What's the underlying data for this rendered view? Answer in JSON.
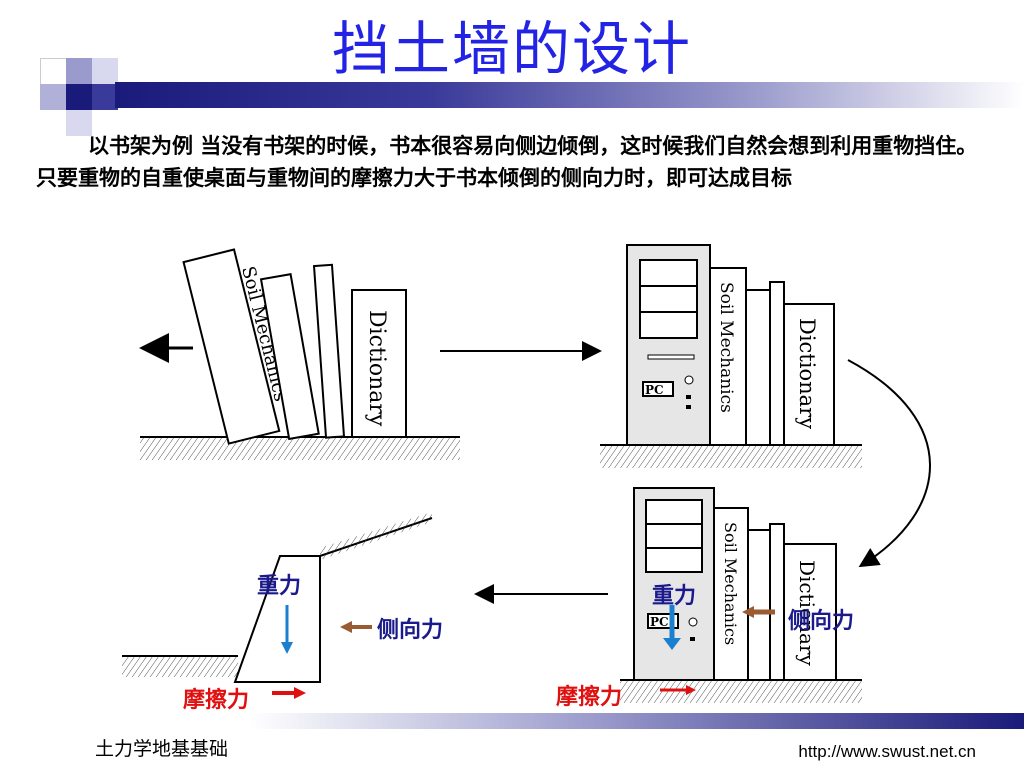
{
  "slide": {
    "title": "挡土墙的设计",
    "paragraph": "以书架为例 当没有书架的时候，书本很容易向侧边倾倒，这时候我们自然会想到利用重物挡住。只要重物的自重使桌面与重物间的摩擦力大于书本倾倒的侧向力时，即可达成目标",
    "footer_left": "土力学地基基础",
    "footer_right": "http://www.swust.net.cn"
  },
  "books": {
    "soil": "Soil Mechanics",
    "dictionary": "Dictionary",
    "dictionary_partial": "Dictionary",
    "pc": "PC"
  },
  "labels": {
    "gravity_wall": "重力",
    "lateral_wall": "侧向力",
    "friction_wall": "摩擦力",
    "gravity_pc": "重力",
    "lateral_pc": "侧向力",
    "friction_pc": "摩擦力"
  },
  "colors": {
    "title": "#2323e6",
    "label_blue": "#1a1a8c",
    "label_red": "#e01010",
    "arrow_blue": "#1b7fd0",
    "arrow_brown": "#9a5a32"
  }
}
